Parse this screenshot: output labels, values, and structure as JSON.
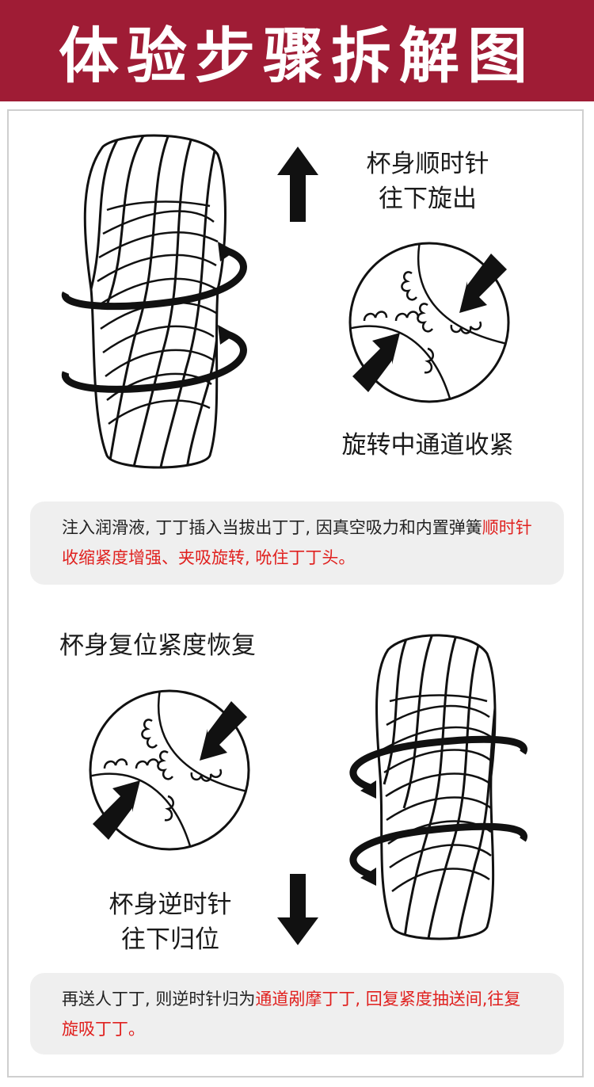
{
  "header": {
    "title": "体验步骤拆解图"
  },
  "step1": {
    "caption_line1": "杯身顺时针",
    "caption_line2": "往下旋出",
    "detail_caption": "旋转中通道收紧",
    "note": {
      "normal1": "注入润滑液, 丁丁插入当拔出丁丁, 因真空吸力和内置弹簧",
      "highlight": "顺时针收缩紧度增强、夹吸旋转, 吮住丁丁头。"
    }
  },
  "step2": {
    "top_caption": "杯身复位紧度恢复",
    "caption_line1": "杯身逆时针",
    "caption_line2": "往下归位",
    "note": {
      "normal1": "再送人丁丁, 则逆时针归为",
      "highlight": "通道剐摩丁丁, 回复紧度抽送间,往复旋吸丁丁。"
    }
  },
  "colors": {
    "header": "#9f1c35",
    "highlight": "#e0211f",
    "note_bg": "#efefef"
  }
}
